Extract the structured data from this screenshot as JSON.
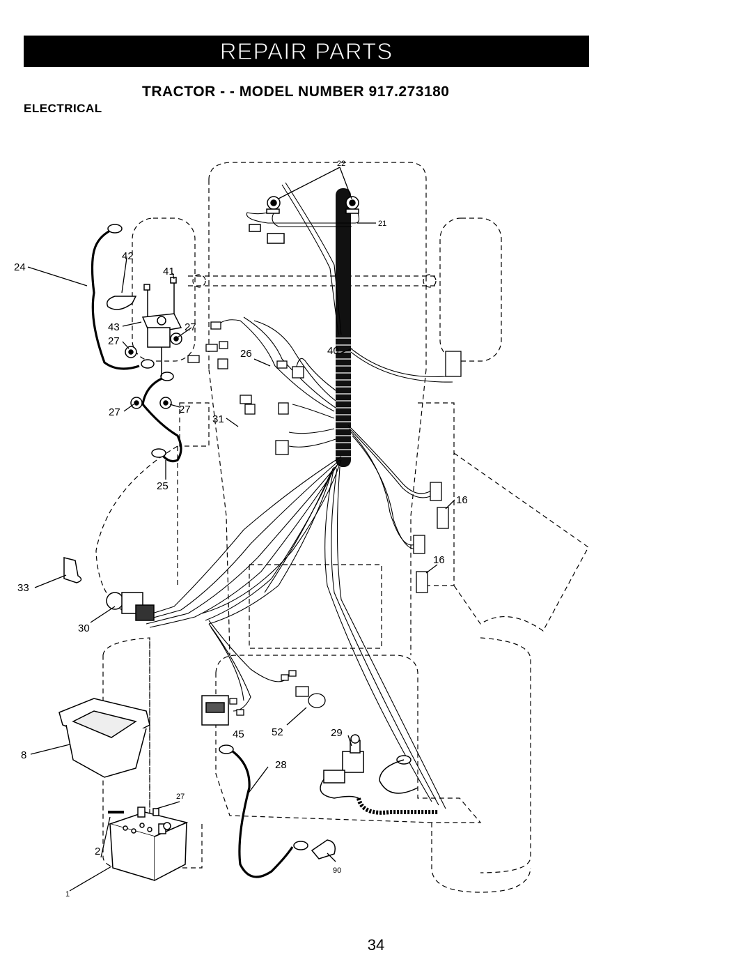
{
  "header": {
    "banner": "REPAIR PARTS",
    "title": "TRACTOR - - MODEL NUMBER  917.273180",
    "section": "ELECTRICAL"
  },
  "callouts": [
    {
      "key": "p22",
      "text": "22"
    },
    {
      "key": "p21",
      "text": "21"
    },
    {
      "key": "p24",
      "text": "24"
    },
    {
      "key": "p42",
      "text": "42"
    },
    {
      "key": "p41",
      "text": "41"
    },
    {
      "key": "p43",
      "text": "43"
    },
    {
      "key": "p27a",
      "text": "27"
    },
    {
      "key": "p27b",
      "text": "27"
    },
    {
      "key": "p26",
      "text": "26"
    },
    {
      "key": "p40",
      "text": "40"
    },
    {
      "key": "p27c",
      "text": "27"
    },
    {
      "key": "p27d",
      "text": "27"
    },
    {
      "key": "p31",
      "text": "31"
    },
    {
      "key": "p25",
      "text": "25"
    },
    {
      "key": "p16a",
      "text": "16"
    },
    {
      "key": "p16b",
      "text": "16"
    },
    {
      "key": "p33",
      "text": "33"
    },
    {
      "key": "p30",
      "text": "30"
    },
    {
      "key": "p52",
      "text": "52"
    },
    {
      "key": "p45",
      "text": "45"
    },
    {
      "key": "p29",
      "text": "29"
    },
    {
      "key": "p8",
      "text": "8"
    },
    {
      "key": "p28",
      "text": "28"
    },
    {
      "key": "p27e",
      "text": "27"
    },
    {
      "key": "p2",
      "text": "2"
    },
    {
      "key": "p1",
      "text": "1"
    },
    {
      "key": "p90",
      "text": "90"
    }
  ],
  "footer": {
    "page_number": "34"
  }
}
